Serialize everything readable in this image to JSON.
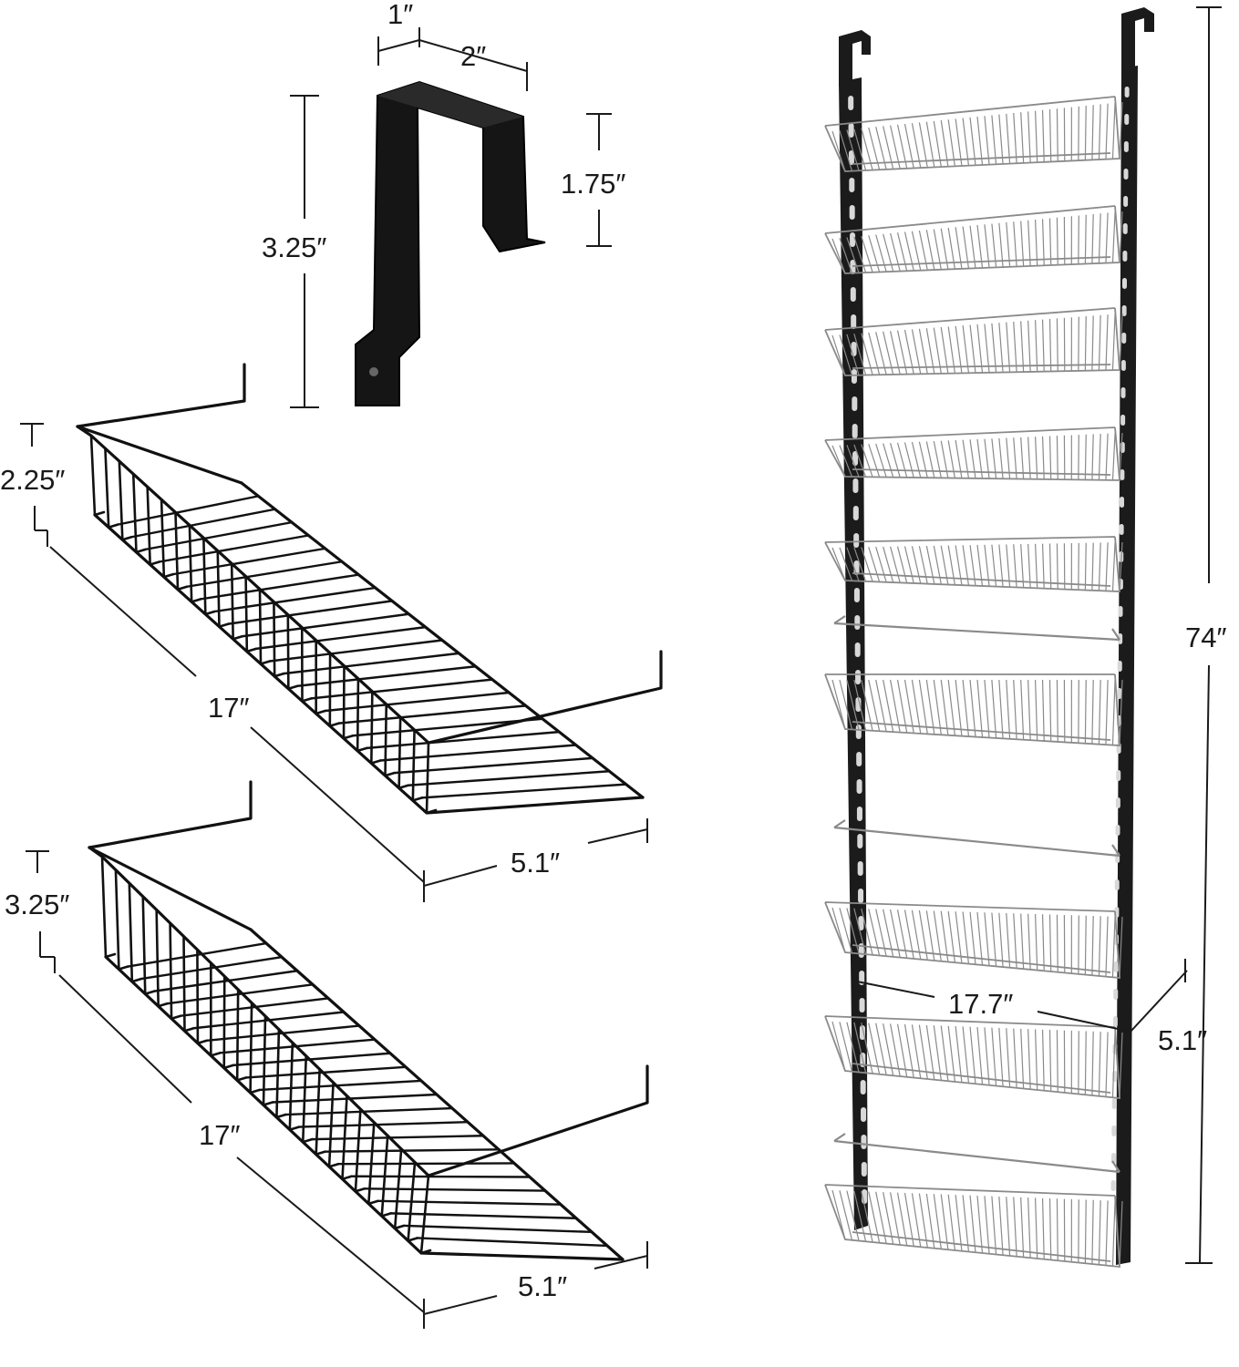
{
  "hook": {
    "depth_label": "1″",
    "width_label": "2″",
    "drop_label": "1.75″",
    "height_label": "3.25″"
  },
  "basket_small": {
    "height_label": "2.25″",
    "length_label": "17″",
    "depth_label": "5.1″"
  },
  "basket_large": {
    "height_label": "3.25″",
    "length_label": "17″",
    "depth_label": "5.1″"
  },
  "rack": {
    "height_label": "74″",
    "width_label": "17.7″",
    "depth_label": "5.1″",
    "basket_count": 9,
    "bar_count": 3
  },
  "colors": {
    "frame": "#1b1b1b",
    "wire_black": "#111111",
    "chrome": "#8a8a8a",
    "dimension_text": "#1a1a1a"
  }
}
